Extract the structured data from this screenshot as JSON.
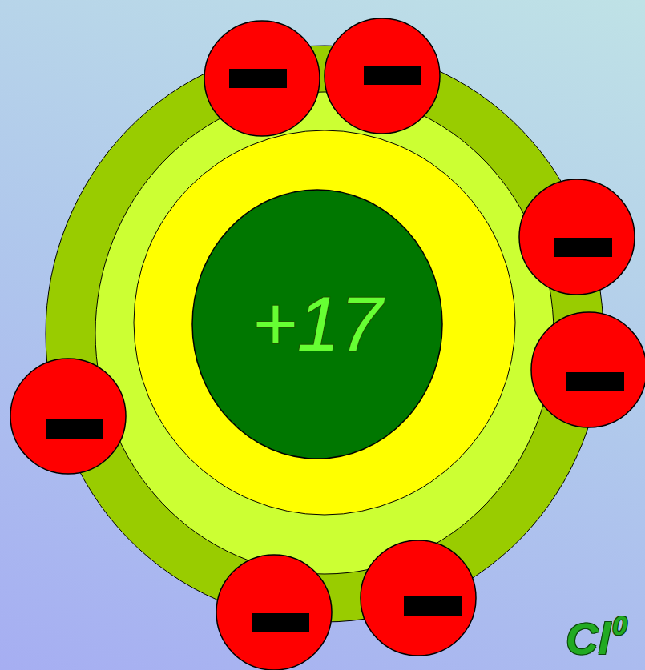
{
  "diagram": {
    "nodes": [
      {
        "text": [
          "+17"
        ]
      }
    ],
    "labels": [
      "Cl",
      "0"
    ]
  }
}
